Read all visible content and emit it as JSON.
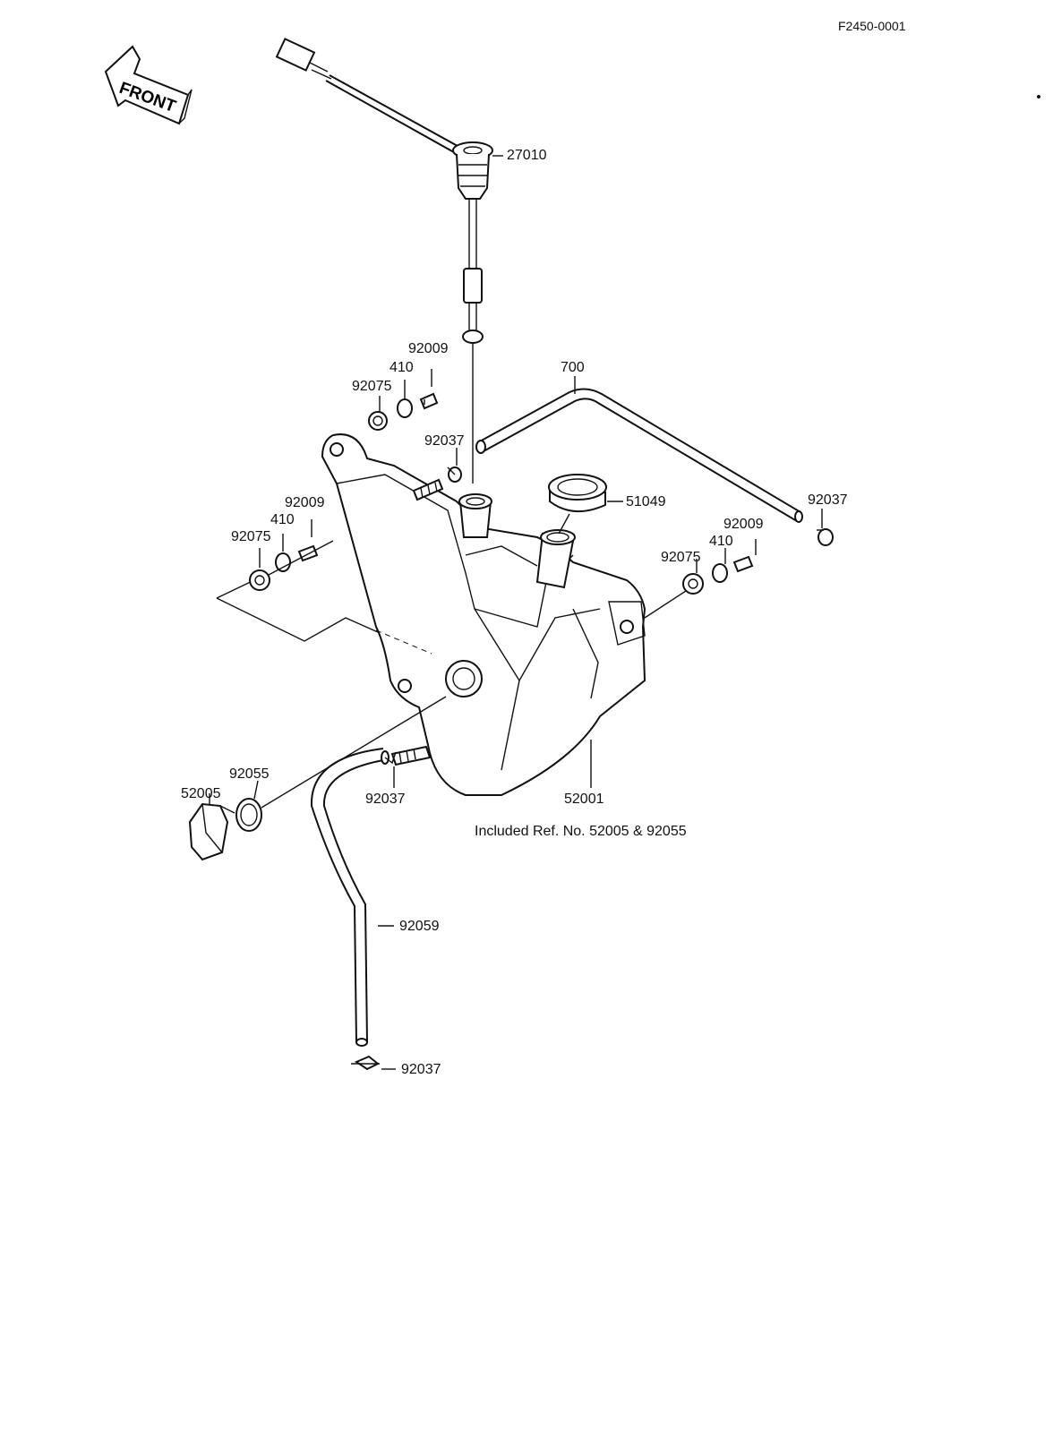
{
  "diagram_code": "F2450-0001",
  "front_arrow_text": "FRONT",
  "labels": {
    "p27010": "27010",
    "p92009_a": "92009",
    "p410_a": "410",
    "p92075_a": "92075",
    "p700": "700",
    "p92037_a": "92037",
    "p51049": "51049",
    "p92037_b": "92037",
    "p92009_b": "92009",
    "p410_b": "410",
    "p92075_b": "92075",
    "p92009_c": "92009",
    "p410_c": "410",
    "p92075_c": "92075",
    "p92055": "92055",
    "p52005": "52005",
    "p92037_c": "92037",
    "p52001": "52001",
    "p92059": "92059",
    "p92037_d": "92037"
  },
  "note": "Included Ref. No. 52005 & 92055"
}
